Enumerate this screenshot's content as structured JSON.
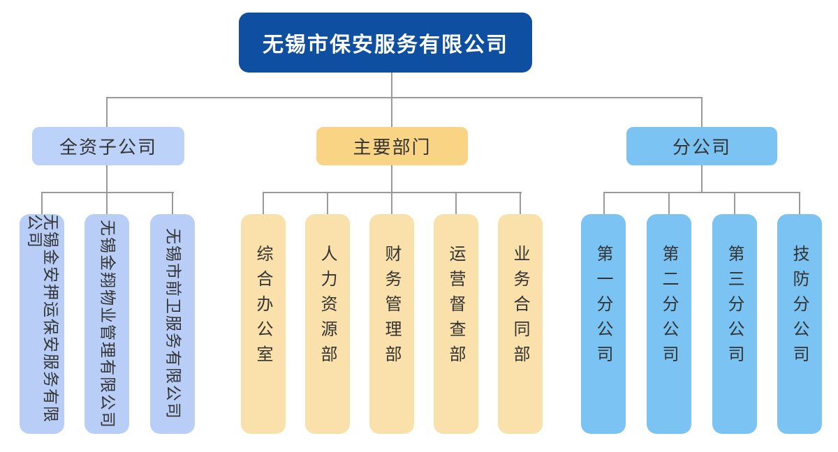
{
  "root": {
    "label": "无锡市保安服务有限公司"
  },
  "groups": [
    {
      "label": "全资子公司",
      "children": [
        "无锡金安押运保安服务有限公司",
        "无锡金翔物业管理有限公司",
        "无锡市前卫服务有限公司"
      ]
    },
    {
      "label": "主要部门",
      "children": [
        "综合办公室",
        "人力资源部",
        "财务管理部",
        "运营督查部",
        "业务合同部"
      ]
    },
    {
      "label": "分公司",
      "children": [
        "第一分公司",
        "第二分公司",
        "第三分公司",
        "技防分公司"
      ]
    }
  ],
  "colors": {
    "root_bg": "#0f4fa1",
    "root_text": "#ffffff",
    "g1_header": "#bdd2f9",
    "g1_leaf": "#b9cef7",
    "g2_header": "#f9d484",
    "g2_leaf": "#fae1ab",
    "g3_header": "#7bc3f2",
    "g3_leaf": "#7bc3f2",
    "line": "#999999",
    "text": "#333333"
  }
}
